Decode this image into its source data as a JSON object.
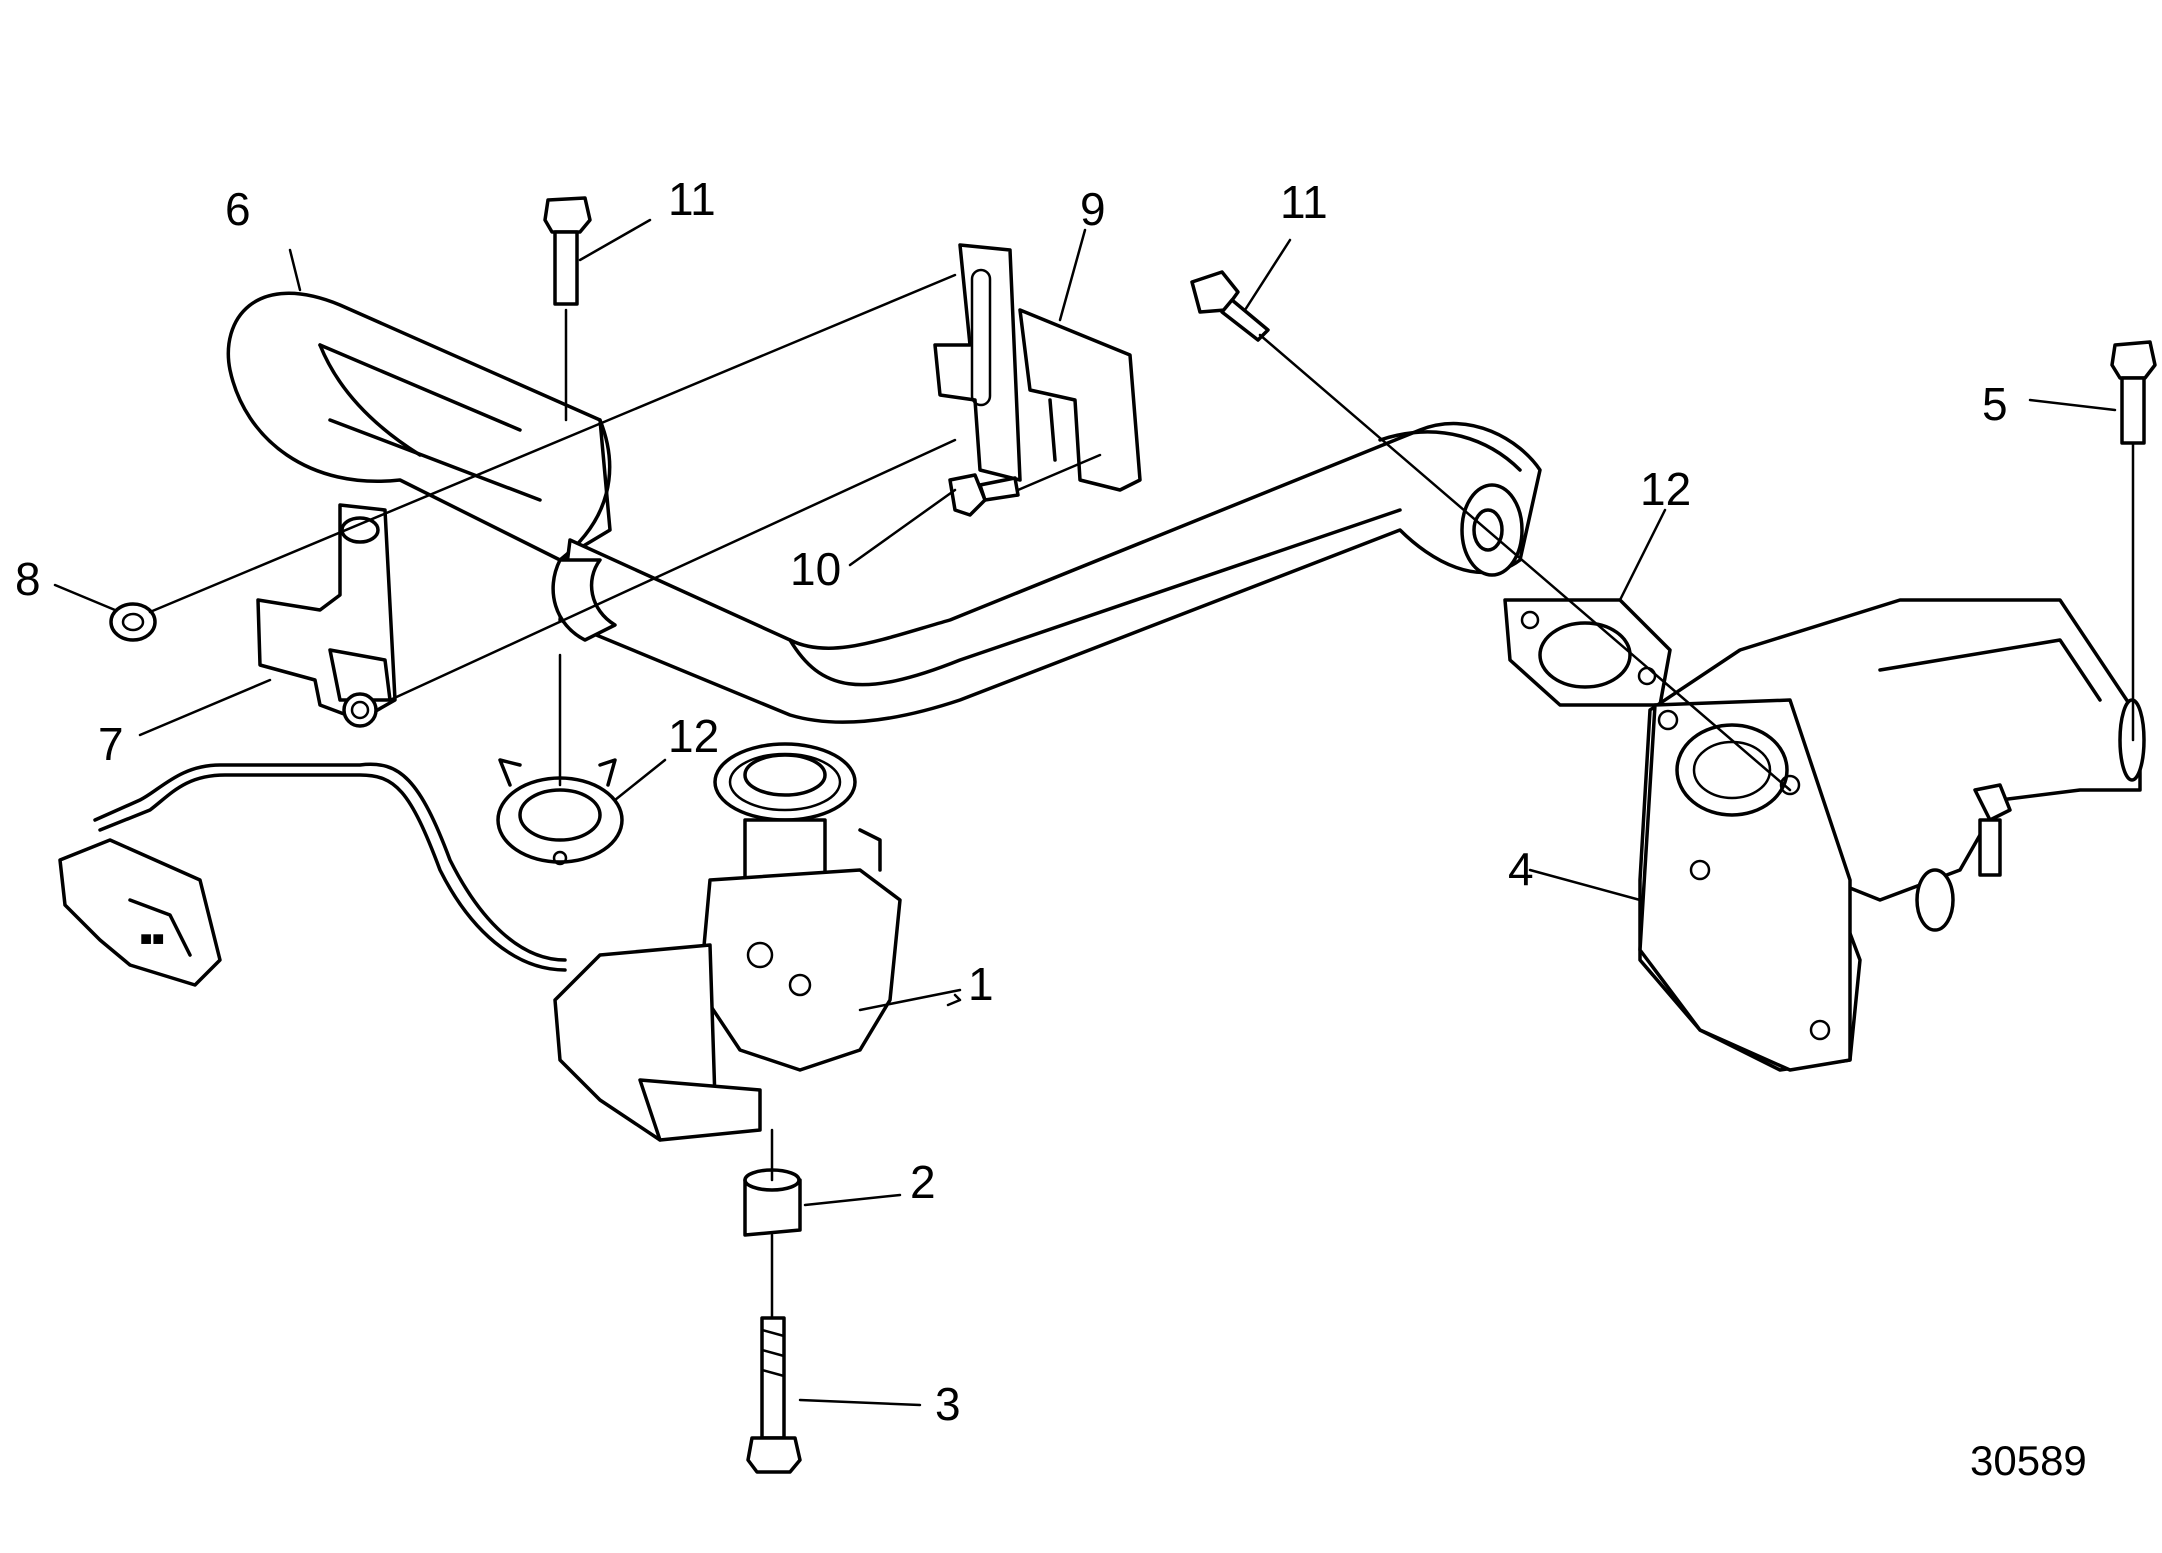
{
  "figure_number": "30589",
  "callouts": [
    {
      "id": "1",
      "text": "1"
    },
    {
      "id": "2",
      "text": "2"
    },
    {
      "id": "3",
      "text": "3"
    },
    {
      "id": "4",
      "text": "4"
    },
    {
      "id": "5",
      "text": "5"
    },
    {
      "id": "6",
      "text": "6"
    },
    {
      "id": "7",
      "text": "7"
    },
    {
      "id": "8",
      "text": "8"
    },
    {
      "id": "9",
      "text": "9"
    },
    {
      "id": "10",
      "text": "10"
    },
    {
      "id": "11a",
      "text": "11"
    },
    {
      "id": "11b",
      "text": "11"
    },
    {
      "id": "12a",
      "text": "12"
    },
    {
      "id": "12b",
      "text": "12"
    }
  ],
  "connector_marking": "■■"
}
